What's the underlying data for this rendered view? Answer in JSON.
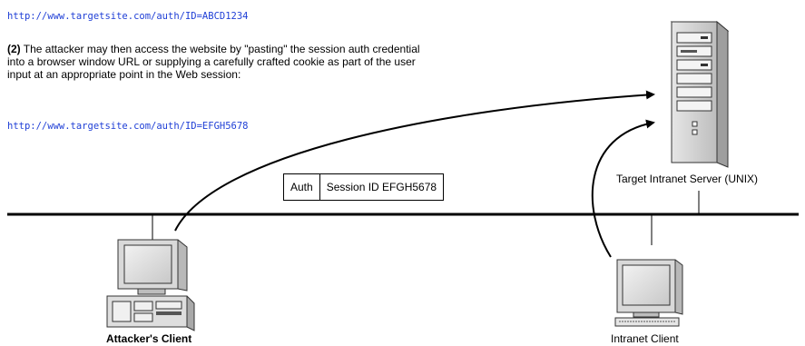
{
  "url_top": "http://www.targetsite.com/auth/ID=ABCD1234",
  "step": {
    "number": "(2)",
    "text": " The attacker may then access the website by \"pasting\" the session auth credential into a browser window URL or supplying a carefully crafted cookie as part of the user input at an appropriate point in the Web session:"
  },
  "url_attack": "http://www.targetsite.com/auth/ID=EFGH5678",
  "packet": {
    "field1": "Auth",
    "field2": "Session ID EFGH5678"
  },
  "server_label": "Target Intranet Server (UNIX)",
  "attacker_label": "Attacker's Client",
  "intranet_label": "Intranet Client",
  "colors": {
    "url": "#1f3fd6",
    "line": "#000000"
  }
}
